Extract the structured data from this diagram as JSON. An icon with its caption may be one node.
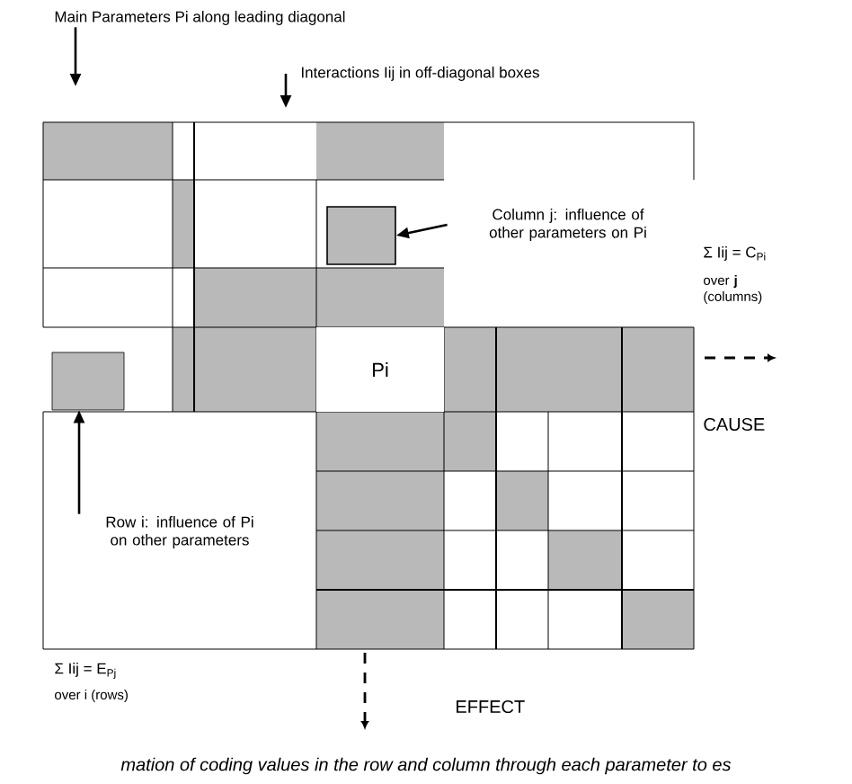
{
  "diagram": {
    "caption": "mation of coding values in the row and column through each parameter to es",
    "nodes": [
      {
        "text": [
          "Main Parameters Pi along leading diagonal"
        ]
      },
      {
        "text": [
          "Interactions Iij in off-diagonal boxes"
        ]
      },
      {
        "text": [
          "Column j: influence of other parameters on Pi"
        ]
      },
      {
        "text": [],
        "shape": "box"
      },
      {
        "text": [
          "Row i: influence of Pi on other parameters"
        ]
      },
      {
        "text": [],
        "shape": "box"
      },
      {
        "text": [
          "Pi"
        ]
      }
    ],
    "edges": [
      {
        "from": 0,
        "to": null,
        "arrow": "to"
      },
      {
        "from": 1,
        "to": null,
        "arrow": "to"
      },
      {
        "from": 2,
        "to": 3,
        "arrow": "to"
      },
      {
        "from": 4,
        "to": 5,
        "arrow": "to"
      }
    ],
    "labels": [
      "Σ Iij = C$_{Pi}$",
      "over **j** (columns)",
      "CAUSE",
      "Σ Iij = E$_{Pj}$",
      "over i (rows)",
      "EFFECT"
    ]
  }
}
